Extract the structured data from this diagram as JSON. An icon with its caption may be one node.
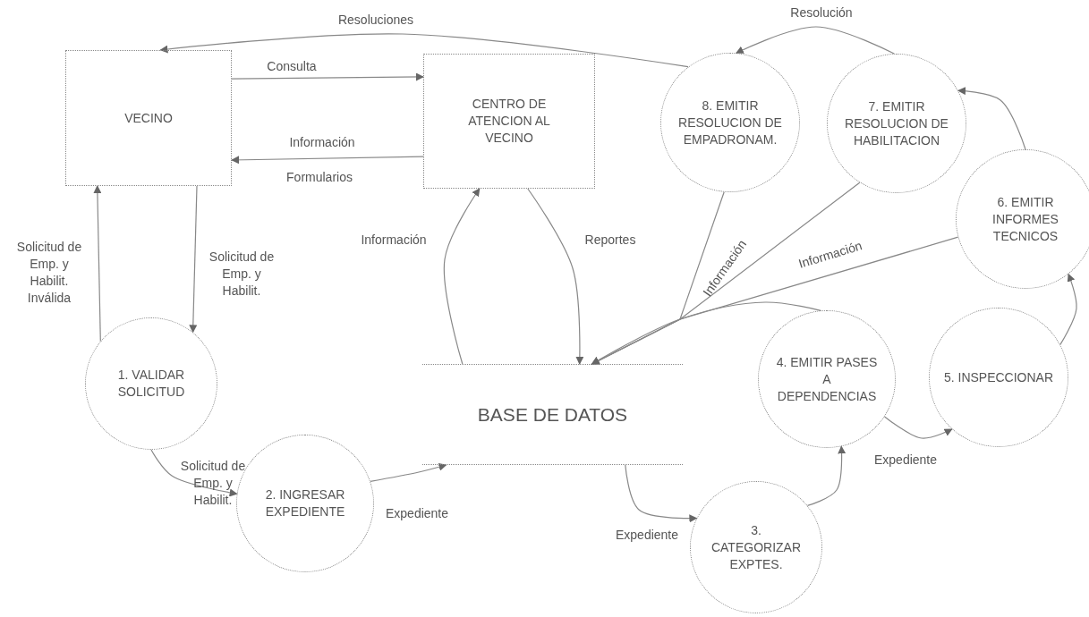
{
  "diagram": {
    "nodes": [
      {
        "text": [
          "VECINO"
        ]
      },
      {
        "text": [
          "CENTRO DE ATENCION AL VECINO"
        ]
      },
      {
        "text": [
          "8. EMITIR RESOLUCION DE EMPADRONAM."
        ]
      },
      {
        "text": [
          "7. EMITIR RESOLUCION DE HABILITACION"
        ]
      },
      {
        "text": [
          "6. EMITIR INFORMES TECNICOS"
        ]
      },
      {
        "text": [
          "1. VALIDAR SOLICITUD"
        ]
      },
      {
        "text": [
          "BASE DE DATOS"
        ]
      },
      {
        "text": [
          "4. EMITIR PASES A DEPENDENCIAS"
        ]
      },
      {
        "text": [
          "5. INSPECCIONAR"
        ]
      },
      {
        "text": [
          "2. INGRESAR EXPEDIENTE"
        ]
      },
      {
        "text": [
          "3. CATEGORIZAR EXPTES."
        ]
      }
    ],
    "edges": [
      {
        "from": 2,
        "to": 0,
        "arrow": "to",
        "label": "Resoluciones"
      },
      {
        "from": 3,
        "to": 2,
        "arrow": "to",
        "label": "Resolución"
      },
      {
        "from": 0,
        "to": 1,
        "arrow": "to",
        "label": "Consulta"
      },
      {
        "from": 1,
        "to": 0,
        "arrow": "to",
        "label": "Información"
      },
      {
        "from": 5,
        "to": 0,
        "arrow": "to",
        "label": "Solicitud de Emp. y Habilit. Inválida"
      },
      {
        "from": 0,
        "to": 5,
        "arrow": "to",
        "label": "Solicitud de Emp. y Habilit."
      },
      {
        "from": 6,
        "to": 1,
        "arrow": "to",
        "label": "Información"
      },
      {
        "from": 1,
        "to": 6,
        "arrow": "to",
        "label": "Reportes"
      },
      {
        "from": 2,
        "to": 6,
        "arrow": "to",
        "label": "Información"
      },
      {
        "from": 3,
        "to": 6,
        "arrow": "to"
      },
      {
        "from": 4,
        "to": 6,
        "arrow": "to",
        "label": "Información"
      },
      {
        "from": 7,
        "to": 6,
        "arrow": "to"
      },
      {
        "from": 5,
        "to": 9,
        "arrow": "to",
        "label": "Solicitud de Emp. y Habilit."
      },
      {
        "from": 9,
        "to": 6,
        "arrow": "to",
        "label": "Expediente"
      },
      {
        "from": 6,
        "to": 10,
        "arrow": "to",
        "label": "Expediente"
      },
      {
        "from": 10,
        "to": 7,
        "arrow": "to",
        "label": "Expediente"
      },
      {
        "from": 7,
        "to": 8,
        "arrow": "to"
      },
      {
        "from": 8,
        "to": 4,
        "arrow": "to"
      },
      {
        "from": 4,
        "to": 3,
        "arrow": "to"
      }
    ],
    "labels": [
      "Formularios"
    ]
  }
}
